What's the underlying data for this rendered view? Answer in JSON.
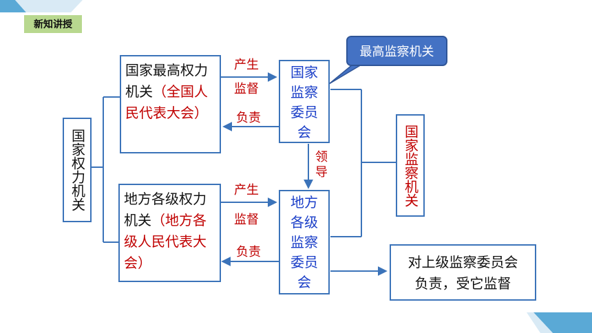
{
  "tag": "新知讲授",
  "boxes": {
    "state_power": "国家权力机关",
    "npc_main": "国家最高权力机关",
    "npc_paren": "（全国人民代表大会）",
    "nsc": "国家监察委员会",
    "local_main": "地方各级权力机关",
    "local_paren": "（地方各级人民代表大会）",
    "local_sc": "地方各级监察委员会",
    "supervisory": "国家监察机关",
    "accountable": "对上级监察委员会负责，受它监督"
  },
  "callout": "最高监察机关",
  "edges": {
    "top_produce": "产生",
    "top_supervise": "监督",
    "top_responsible": "负责",
    "lead": "领导",
    "bottom_produce": "产生",
    "bottom_supervise": "监督",
    "bottom_responsible": "负责"
  },
  "colors": {
    "line": "#3b73b9",
    "red_text": "#c00000",
    "blue_text": "#1a3ec8",
    "tag_bg": "#b8d88f",
    "callout_bg": "#4472c4"
  }
}
